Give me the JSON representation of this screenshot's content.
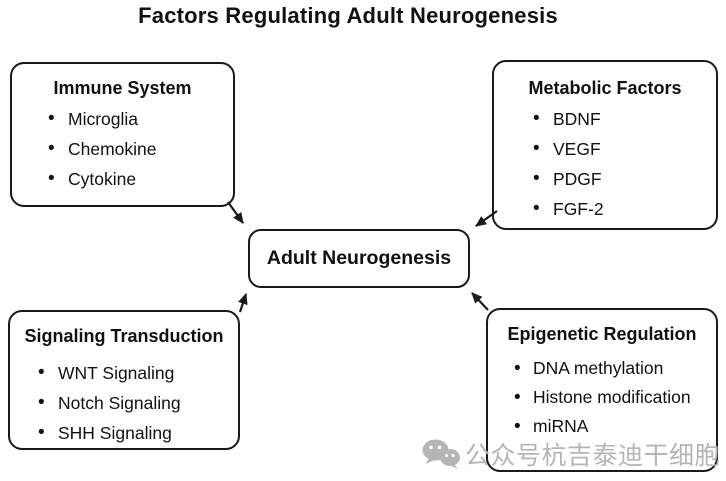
{
  "title": "Factors Regulating Adult Neurogenesis",
  "center_node": {
    "label": "Adult Neurogenesis"
  },
  "nodes": [
    {
      "id": "immune",
      "position": "top-left",
      "title": "Immune System",
      "items": [
        "Microglia",
        "Chemokine",
        "Cytokine"
      ]
    },
    {
      "id": "metabolic",
      "position": "top-right",
      "title": "Metabolic Factors",
      "items": [
        "BDNF",
        "VEGF",
        "PDGF",
        "FGF-2"
      ]
    },
    {
      "id": "signaling",
      "position": "bottom-left",
      "title": "Signaling Transduction",
      "items": [
        "WNT Signaling",
        "Notch Signaling",
        "SHH Signaling"
      ]
    },
    {
      "id": "epigenetic",
      "position": "bottom-right",
      "title": "Epigenetic Regulation",
      "items": [
        "DNA methylation",
        "Histone modification",
        "miRNA"
      ]
    }
  ],
  "edges": [
    {
      "from": "Immune System",
      "to": "Adult Neurogenesis"
    },
    {
      "from": "Metabolic Factors",
      "to": "Adult Neurogenesis"
    },
    {
      "from": "Signaling Transduction",
      "to": "Adult Neurogenesis"
    },
    {
      "from": "Epigenetic Regulation",
      "to": "Adult Neurogenesis"
    }
  ],
  "watermark": {
    "icon": "wechat-icon",
    "text": "公众号杭吉泰迪干细胞",
    "color": "#b5b5b5"
  },
  "colors": {
    "background": "#ffffff",
    "ink": "#111111",
    "border": "#1a1a1a",
    "watermark": "#b5b5b5"
  }
}
